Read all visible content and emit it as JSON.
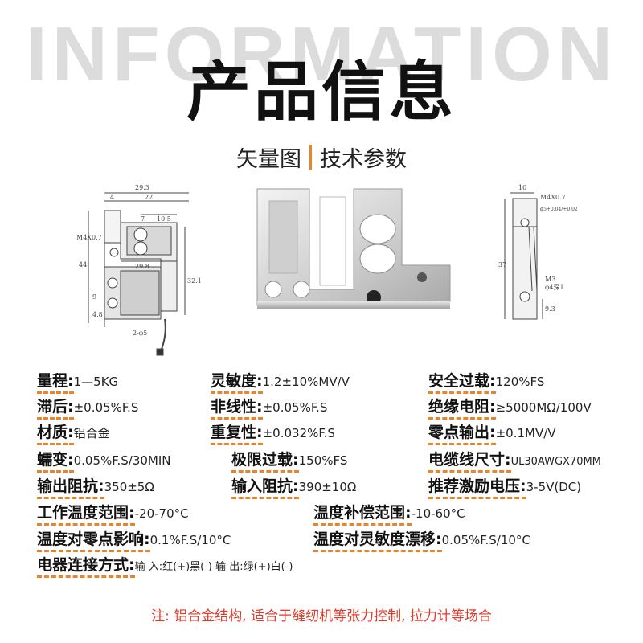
{
  "header": {
    "bg_word": "INFORMATION",
    "title": "产品信息",
    "tab_left": "矢量图",
    "tab_right": "技术参数"
  },
  "drawing_left": {
    "dims": [
      "29.3",
      "4",
      "22",
      "7",
      "10.5",
      "M4X0.7",
      "29.8",
      "44",
      "32.1",
      "9",
      "4.8",
      "2-ϕ5"
    ]
  },
  "drawing_right": {
    "dims": [
      "10",
      "M4X0.7",
      "ϕ5+0.04/+0.02",
      "37",
      "M3",
      "ϕ4深1",
      "9.3"
    ]
  },
  "specs": [
    {
      "label": "量程:",
      "value": "1—5KG"
    },
    {
      "label": "灵敏度:",
      "value": "1.2±10%MV/V"
    },
    {
      "label": "安全过载:",
      "value": "120%FS"
    },
    {
      "label": "滞后:",
      "value": "±0.05%F.S"
    },
    {
      "label": "非线性:",
      "value": "±0.05%F.S"
    },
    {
      "label": "绝缘电阻:",
      "value": "≥5000MΩ/100V"
    },
    {
      "label": "材质:",
      "value": "铝合金"
    },
    {
      "label": "重复性:",
      "value": "±0.032%F.S"
    },
    {
      "label": "零点输出:",
      "value": "±0.1MV/V"
    },
    {
      "label": "蠕变:",
      "value": "0.05%F.S/30MIN"
    },
    {
      "label": "极限过载:",
      "value": "150%FS"
    },
    {
      "label": "电缆线尺寸:",
      "value": "UL30AWGX70MM"
    },
    {
      "label": "输出阻抗:",
      "value": "350±5Ω"
    },
    {
      "label": "输入阻抗:",
      "value": "390±10Ω"
    },
    {
      "label": "推荐激励电压:",
      "value": "3-5V(DC)"
    },
    {
      "label": "工作温度范围:",
      "value": "-20-70°C"
    },
    {
      "label": "温度补偿范围:",
      "value": "-10-60°C"
    },
    {
      "label": "温度对零点影响:",
      "value": "0.1%F.S/10°C"
    },
    {
      "label": "温度对灵敏度漂移:",
      "value": "0.05%F.S/10°C"
    },
    {
      "label": "电器连接方式:",
      "value": "输 入:红(+)黑(-) 输 出:绿(+)白(-)"
    }
  ],
  "note": "注: 铝合金结构, 适合于缝纫机等张力控制, 拉力计等场合",
  "colors": {
    "accent": "#e8842a",
    "note": "#e03a2a",
    "bg_word": "#dcdcdc"
  }
}
